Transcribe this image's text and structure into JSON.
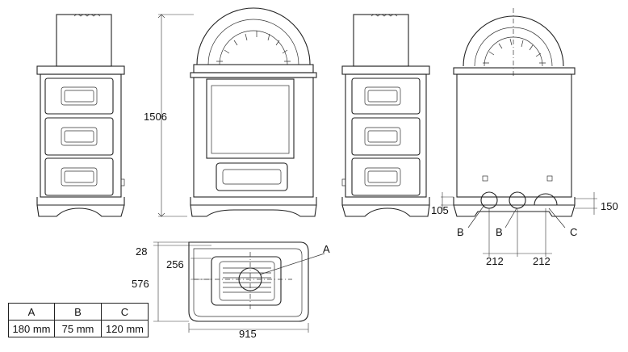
{
  "dimensions": {
    "height": "1506",
    "depth": "576",
    "flue_offset": "256",
    "top_offset": "28",
    "width": "915",
    "flue_c_height": "150",
    "flue_b_height": "105",
    "spacing_1": "212",
    "spacing_2": "212"
  },
  "callouts": {
    "a": "A",
    "b1": "B",
    "b2": "B",
    "c": "C"
  },
  "spec_table": {
    "headers": [
      "A",
      "B",
      "C"
    ],
    "values": [
      "180 mm",
      "75 mm",
      "120 mm"
    ]
  }
}
